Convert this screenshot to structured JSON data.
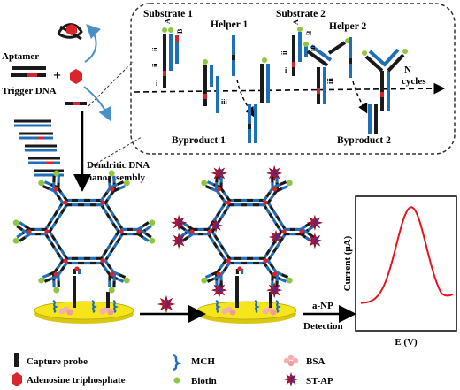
{
  "figure": {
    "aptamer_label": "Aptamer",
    "trigger_dna_label": "Trigger DNA",
    "plus_sign": "+",
    "substrate1_label": "Substrate 1",
    "substrate2_label": "Substrate 2",
    "helper1_label": "Helper 1",
    "helper2_label": "Helper 2",
    "byproduct1_label": "Byproduct 1",
    "byproduct2_label": "Byproduct 2",
    "n_label": "N",
    "cycles_label": "cycles",
    "nanoassembly_line1": "Dendritic DNA",
    "nanoassembly_line2": "nanoassembly",
    "detection_line1": "a-NP",
    "detection_line2": "Detection",
    "domain_A": "A",
    "domain_B": "B",
    "domain_i": "i",
    "domain_ii": "ii",
    "domain_iii": "iii"
  },
  "chart_data": {
    "type": "line",
    "xlabel": "E (V)",
    "ylabel": "Current (μA)",
    "grid": false,
    "legend": "none",
    "curve_color": "#e8141b",
    "shape": "single symmetric peak"
  },
  "legend": {
    "capture_probe": "Capture probe",
    "atp": "Adenosine triphosphate",
    "mch": "MCH",
    "biotin": "Biotin",
    "bsa": "BSA",
    "st_ap": "ST-AP"
  },
  "colors": {
    "strand_black": "#1a1a1a",
    "strand_blue": "#1e6fb8",
    "strand_red": "#d9232e",
    "atp_red": "#d8262a",
    "biotin_green": "#8dc63f",
    "electrode_yellow": "#f6e51a",
    "dashed_box": "#333333"
  }
}
